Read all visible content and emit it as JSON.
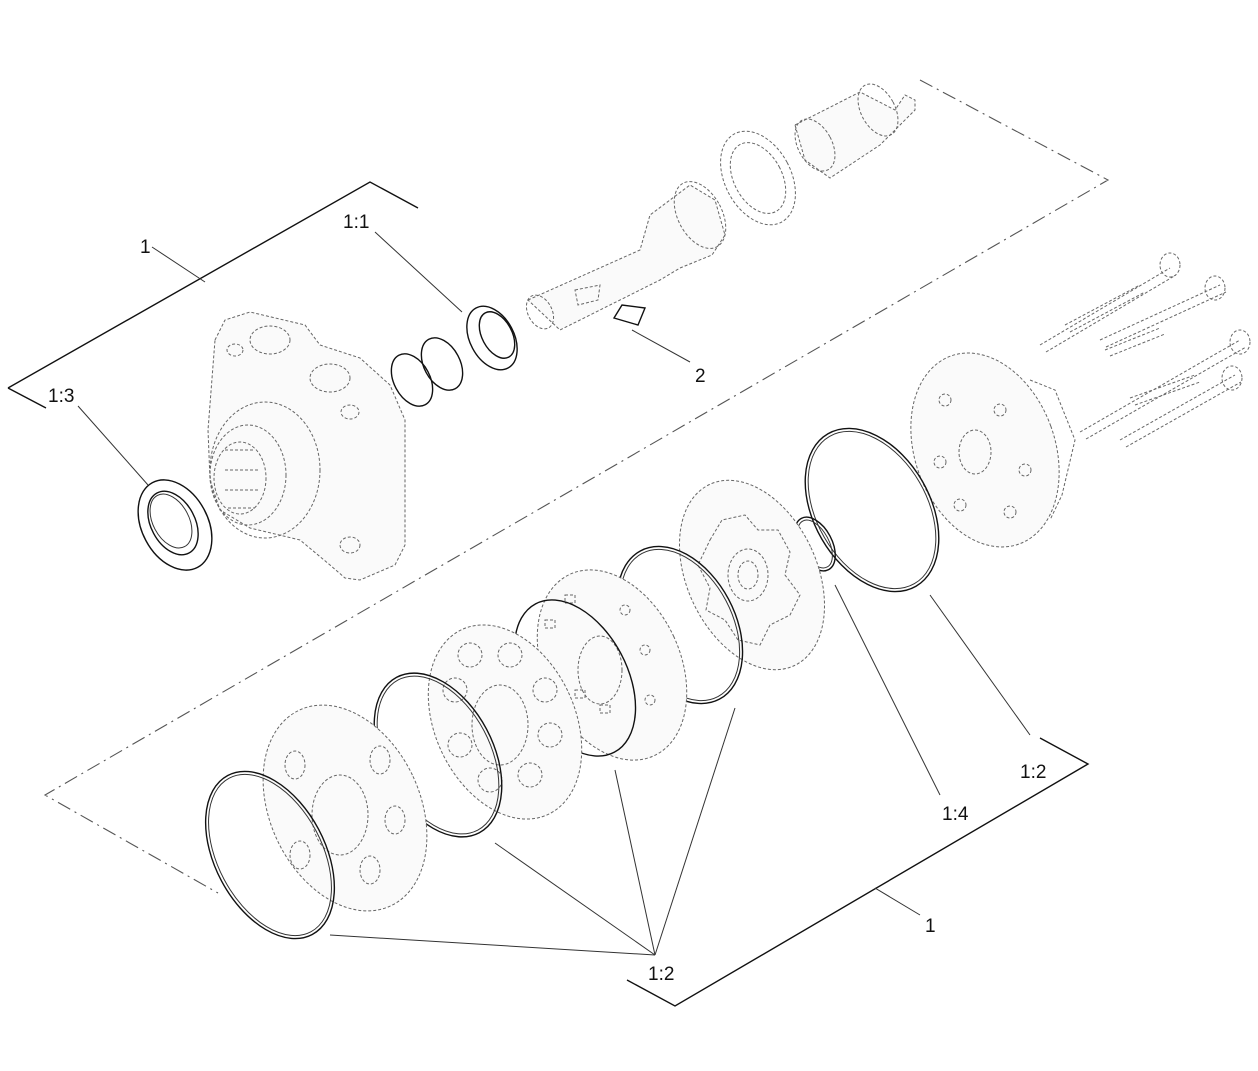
{
  "callouts": {
    "assembly_top": "1",
    "seal_1_1": "1:1",
    "seal_1_3": "1:3",
    "key_2": "2",
    "seal_kit_1_2_right": "1:2",
    "oring_1_4": "1:4",
    "seal_kit_1_2_bottom": "1:2",
    "assembly_bottom": "1"
  }
}
